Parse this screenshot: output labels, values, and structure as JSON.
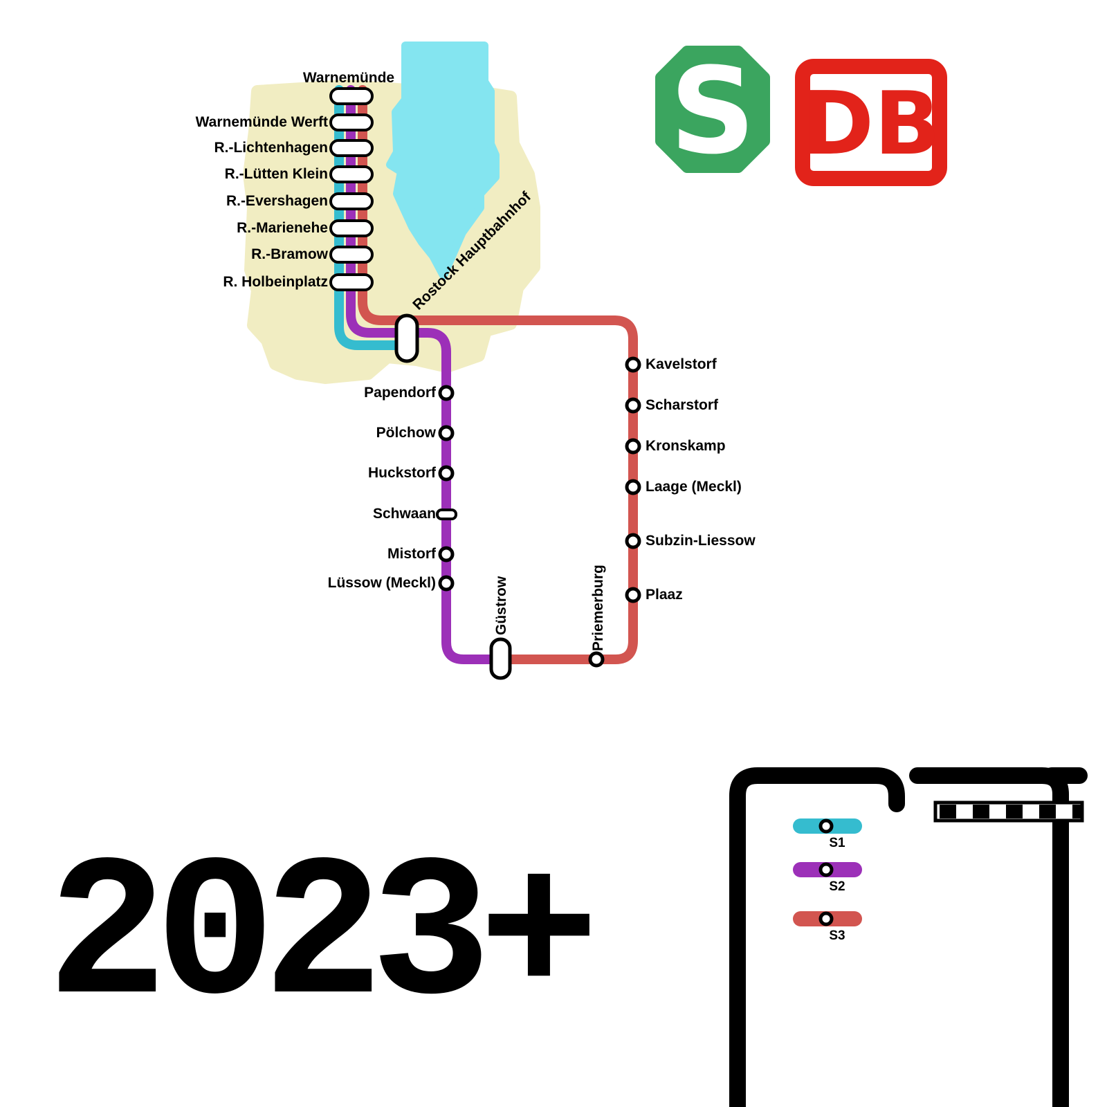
{
  "title": {
    "year": "2023",
    "plus": "+"
  },
  "logos": {
    "sbahn_letter": "S",
    "db_letters": "DB"
  },
  "colors": {
    "s1": "#35bccf",
    "s2": "#9c30b8",
    "s3": "#d25550",
    "water": "#84e5f0",
    "city": "#f1edc2",
    "sbahn_green": "#3ba55f",
    "db_red": "#e2231a",
    "marker_fill": "#ffffff",
    "marker_stroke": "#000000"
  },
  "map": {
    "terminus_label": "Warnemünde",
    "common_stations": [
      "Warnemünde Werft",
      "R.-Lichtenhagen",
      "R.-Lütten Klein",
      "R.-Evershagen",
      "R.-Marienehe",
      "R.-Bramow",
      "R. Holbeinplatz"
    ],
    "hub_label": "Rostock Hauptbahnhof",
    "s2_branch": [
      "Papendorf",
      "Pölchow",
      "Huckstorf",
      "Schwaan",
      "Mistorf",
      "Lüssow (Meckl)",
      "Güstrow"
    ],
    "s3_branch": [
      "Kavelstorf",
      "Scharstorf",
      "Kronskamp",
      "Laage (Meckl)",
      "Subzin-Liessow",
      "Plaaz",
      "Priemerburg"
    ]
  },
  "legend": {
    "lines": [
      {
        "id": "S1",
        "color": "#35bccf"
      },
      {
        "id": "S2",
        "color": "#9c30b8"
      },
      {
        "id": "S3",
        "color": "#d25550"
      }
    ]
  }
}
